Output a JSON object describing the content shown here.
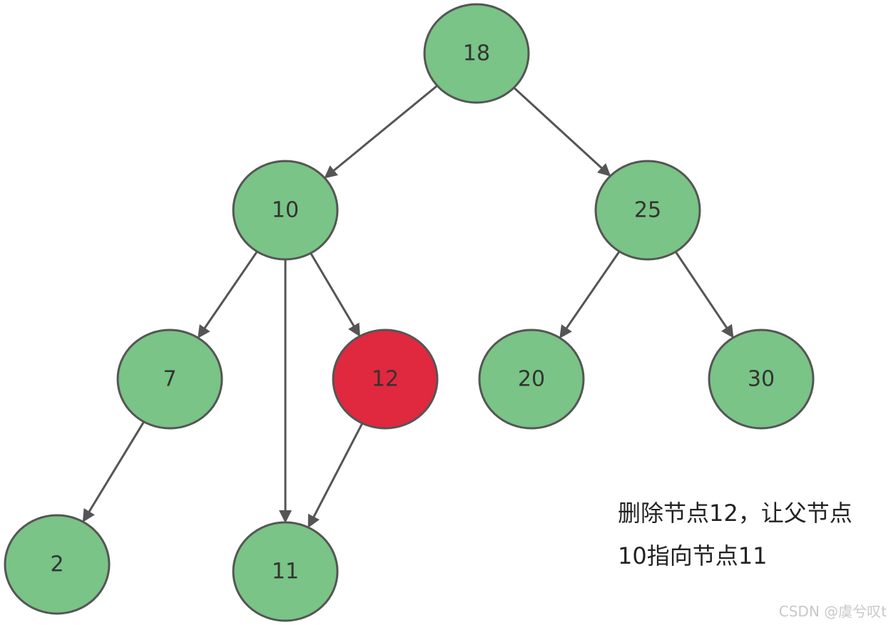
{
  "colors": {
    "node_fill": "#79c486",
    "highlight_fill": "#e0283f",
    "stroke": "#555555"
  },
  "nodes": [
    {
      "id": "n18",
      "label": "18"
    },
    {
      "id": "n10",
      "label": "10"
    },
    {
      "id": "n25",
      "label": "25"
    },
    {
      "id": "n7",
      "label": "7"
    },
    {
      "id": "n12",
      "label": "12",
      "highlight": true
    },
    {
      "id": "n20",
      "label": "20"
    },
    {
      "id": "n30",
      "label": "30"
    },
    {
      "id": "n2",
      "label": "2"
    },
    {
      "id": "n11",
      "label": "11"
    }
  ],
  "edges": [
    {
      "from": "n18",
      "to": "n10"
    },
    {
      "from": "n18",
      "to": "n25"
    },
    {
      "from": "n10",
      "to": "n7"
    },
    {
      "from": "n10",
      "to": "n11"
    },
    {
      "from": "n10",
      "to": "n12"
    },
    {
      "from": "n25",
      "to": "n20"
    },
    {
      "from": "n25",
      "to": "n30"
    },
    {
      "from": "n7",
      "to": "n2"
    },
    {
      "from": "n12",
      "to": "n11"
    }
  ],
  "annotation": {
    "line1": "删除节点12，让父节点",
    "line2": "10指向节点11"
  },
  "watermark": "CSDN @虞兮叹t"
}
